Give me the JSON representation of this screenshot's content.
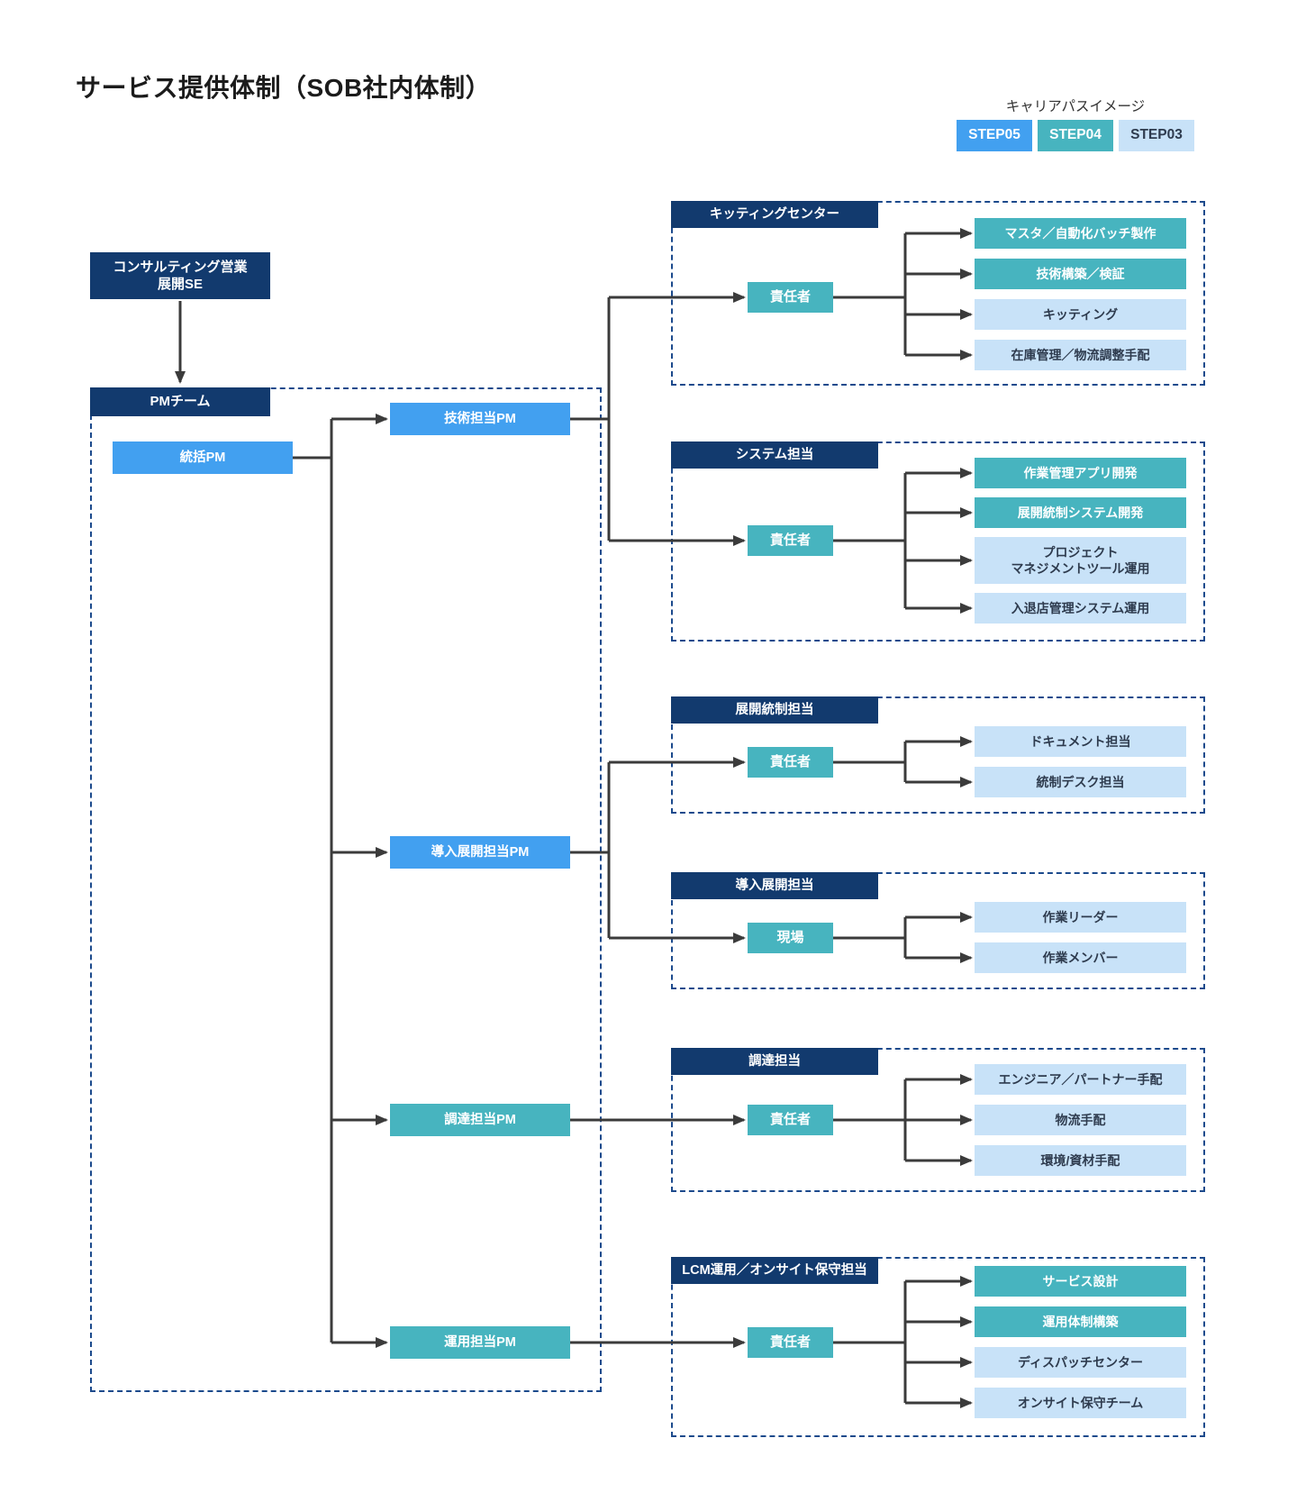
{
  "title": "サービス提供体制（SOB社内体制）",
  "palette": {
    "navy": "#123a6e",
    "step05": "#42a0f0",
    "step04": "#47b4bf",
    "step03": "#c8e2f8",
    "border_dash": "#1c4a8c",
    "arrow": "#3b3b3b",
    "text_dark": "#2e3b4e"
  },
  "legend": {
    "label": "キャリアパスイメージ",
    "steps": [
      {
        "label": "STEP05",
        "level": "step05"
      },
      {
        "label": "STEP04",
        "level": "step04"
      },
      {
        "label": "STEP03",
        "level": "step03"
      }
    ]
  },
  "org": {
    "consulting": "コンサルティング営業\n展開SE",
    "pm_team": "PMチーム",
    "general_pm": "統括PM",
    "pms": [
      {
        "label": "技術担当PM",
        "level": "step05"
      },
      {
        "label": "導入展開担当PM",
        "level": "step05"
      },
      {
        "label": "調達担当PM",
        "level": "step04"
      },
      {
        "label": "運用担当PM",
        "level": "step04"
      }
    ]
  },
  "groups": [
    {
      "title": "キッティングセンター",
      "mid": "責任者",
      "leaves": [
        {
          "label": "マスタ／自動化バッチ製作",
          "level": "step04"
        },
        {
          "label": "技術構築／検証",
          "level": "step04"
        },
        {
          "label": "キッティング",
          "level": "step03"
        },
        {
          "label": "在庫管理／物流調整手配",
          "level": "step03"
        }
      ]
    },
    {
      "title": "システム担当",
      "mid": "責任者",
      "leaves": [
        {
          "label": "作業管理アプリ開発",
          "level": "step04"
        },
        {
          "label": "展開統制システム開発",
          "level": "step04"
        },
        {
          "label": "プロジェクト\nマネジメントツール運用",
          "level": "step03"
        },
        {
          "label": "入退店管理システム運用",
          "level": "step03"
        }
      ]
    },
    {
      "title": "展開統制担当",
      "mid": "責任者",
      "leaves": [
        {
          "label": "ドキュメント担当",
          "level": "step03"
        },
        {
          "label": "統制デスク担当",
          "level": "step03"
        }
      ]
    },
    {
      "title": "導入展開担当",
      "mid": "現場",
      "leaves": [
        {
          "label": "作業リーダー",
          "level": "step03"
        },
        {
          "label": "作業メンバー",
          "level": "step03"
        }
      ]
    },
    {
      "title": "調達担当",
      "mid": "責任者",
      "leaves": [
        {
          "label": "エンジニア／パートナー手配",
          "level": "step03"
        },
        {
          "label": "物流手配",
          "level": "step03"
        },
        {
          "label": "環境/資材手配",
          "level": "step03"
        }
      ]
    },
    {
      "title": "LCM運用／オンサイト保守担当",
      "mid": "責任者",
      "leaves": [
        {
          "label": "サービス設計",
          "level": "step04"
        },
        {
          "label": "運用体制構築",
          "level": "step04"
        },
        {
          "label": "ディスパッチセンター",
          "level": "step03"
        },
        {
          "label": "オンサイト保守チーム",
          "level": "step03"
        }
      ]
    }
  ]
}
